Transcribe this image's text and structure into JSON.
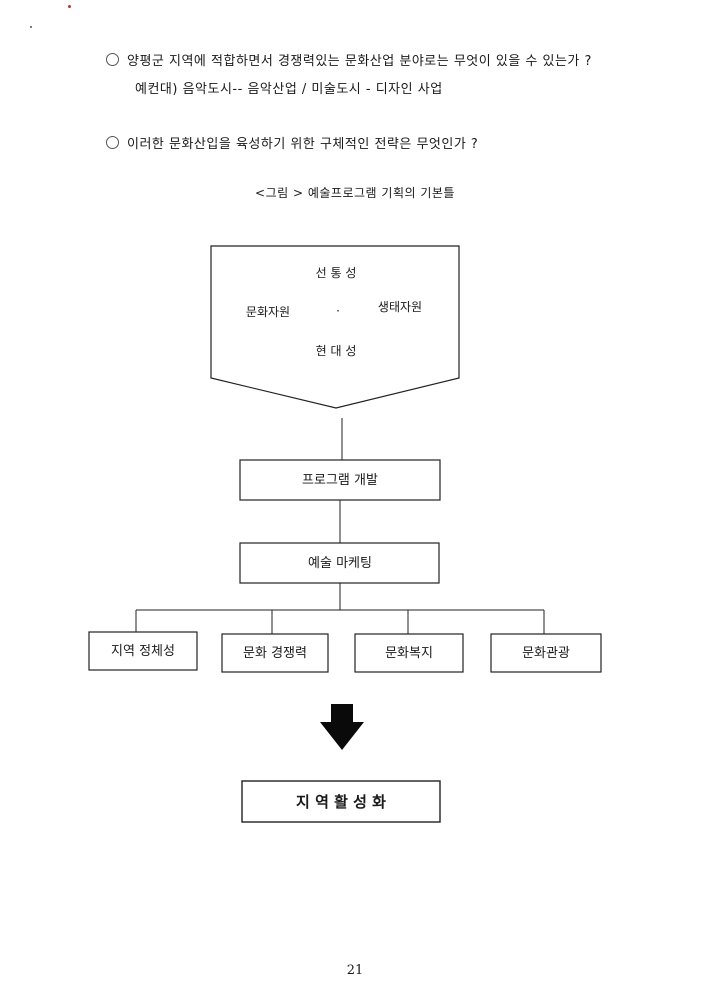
{
  "questions": [
    {
      "text": "양평군 지역에 적합하면서 경쟁력있는 문화산업 분야로는 무엇이 있을 수 있는가 ?"
    },
    {
      "text": "이러한 문화산입을 육성하기 위한 구체적인 전략은 무엇인가 ?"
    }
  ],
  "example_line": "예컨대) 음악도시-- 음악산업 / 미술도시 - 디자인 사업",
  "figure_caption": "<그림   > 예술프로그램 기획의 기본틀",
  "diagram": {
    "pentagon": {
      "top": "선 통 성",
      "left": "문화자원",
      "dot": "·",
      "right": "생태자원",
      "bottom": "현 대 성"
    },
    "program_dev": "프로그램 개발",
    "art_marketing": "예술 마케팅",
    "branches": [
      "지역 정체성",
      "문화 경쟁력",
      "문화복지",
      "문화관광"
    ],
    "result": "지 역 활 성 화"
  },
  "page_number": "21"
}
